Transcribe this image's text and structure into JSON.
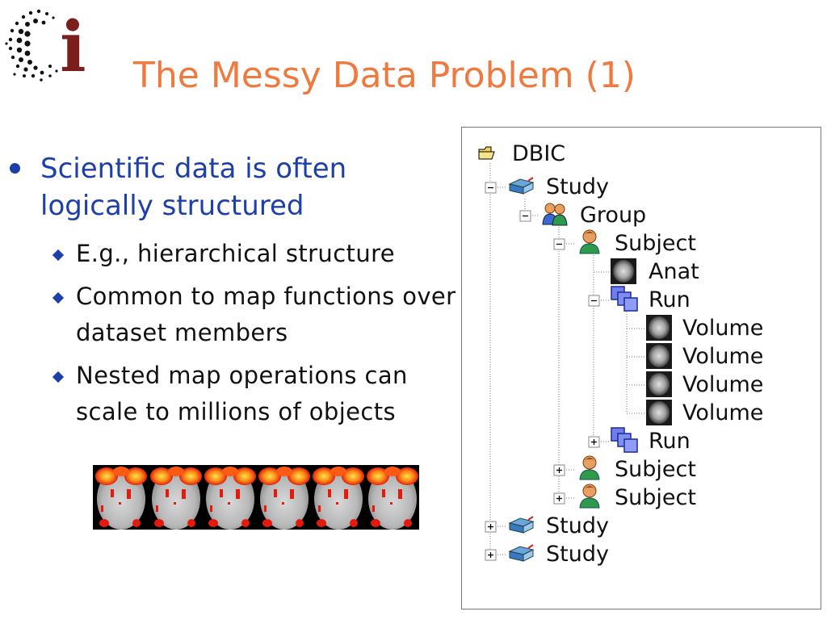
{
  "logo": {
    "letter": "i"
  },
  "slide": {
    "title": "The Messy Data Problem (1)",
    "page_number": ""
  },
  "bullets": {
    "main": "Scientific data is often logically structured",
    "subs": [
      "E.g., hierarchical structure",
      "Common to map functions over dataset members",
      "Nested map operations can scale to millions  of objects"
    ]
  },
  "tree": {
    "root": "DBIC",
    "study": "Study",
    "group": "Group",
    "subject": "Subject",
    "anat": "Anat",
    "run": "Run",
    "volume": "Volume"
  },
  "colors": {
    "title": "#ee7a40",
    "bullet_text": "#1c3fa8",
    "logo_letter": "#7a1f1c"
  },
  "icons": [
    "folder-icon",
    "book-icon",
    "group-icon",
    "person-icon",
    "brain-scan-icon",
    "stack-icon",
    "expand-icon",
    "collapse-icon"
  ]
}
